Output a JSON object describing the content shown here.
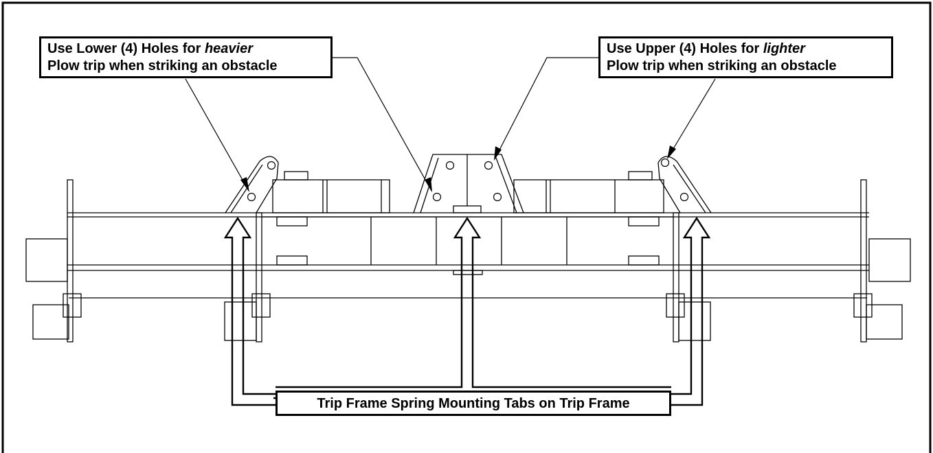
{
  "callouts": {
    "lower_holes": {
      "line1_prefix": "Use Lower (4) Holes for ",
      "line1_emphasis": "heavier",
      "line2": "Plow trip when striking an obstacle"
    },
    "upper_holes": {
      "line1_prefix": "Use Upper (4) Holes for ",
      "line1_emphasis": "lighter",
      "line2": "Plow trip when striking an obstacle"
    },
    "mounting_tabs": {
      "text": "Trip Frame Spring Mounting Tabs on Trip Frame"
    }
  },
  "colors": {
    "stroke": "#000000",
    "background": "#ffffff"
  }
}
